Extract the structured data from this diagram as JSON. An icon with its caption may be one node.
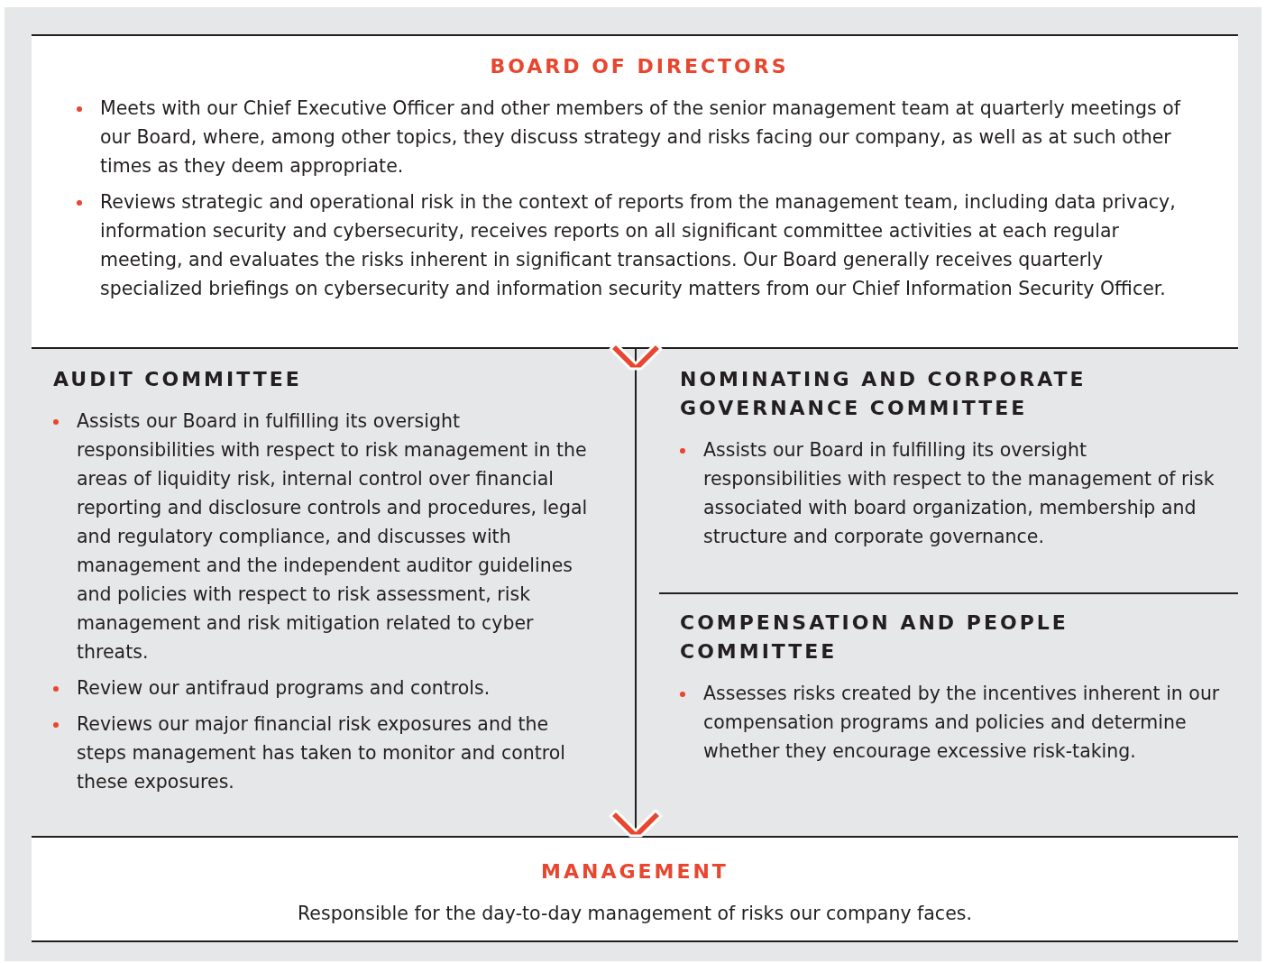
{
  "diagram": {
    "nodes": [
      {
        "text": [
          "BOARD OF DIRECTORS",
          "Meets with our Chief Executive Officer and other members of the senior management team at quarterly meetings of our Board, where, among other topics, they discuss strategy and risks facing our company, as well as at such other times as they deem appropriate.",
          "Reviews strategic and operational risk in the context of reports from the management team, including data privacy, information security and cybersecurity, receives reports on all significant committee activities at each regular meeting, and evaluates the risks inherent in significant transactions. Our Board generally receives quarterly specialized briefings on cybersecurity and information security matters from our Chief Information Security Officer."
        ]
      },
      {
        "text": [
          "AUDIT COMMITTEE",
          "Assists our Board in fulfilling its oversight responsibilities with respect to risk management in the areas of liquidity risk, internal control over financial reporting and disclosure controls and procedures, legal and regulatory compliance, and discusses with management and the independent auditor guidelines and policies with respect to risk assessment, risk management and risk mitigation related to cyber threats.",
          "Review our antifraud programs and controls.",
          "Reviews our major financial risk exposures and the steps management has taken to monitor and control these exposures."
        ]
      },
      {
        "text": [
          "NOMINATING AND CORPORATE GOVERNANCE COMMITTEE",
          "Assists our Board in fulfilling its oversight responsibilities with respect to the management of risk associated with board organization, membership and structure and corporate governance."
        ]
      },
      {
        "text": [
          "COMPENSATION AND PEOPLE COMMITTEE",
          "Assesses risks created by the incentives inherent in our compensation programs and policies and determine whether they encourage excessive risk-taking."
        ]
      },
      {
        "text": [
          "MANAGEMENT",
          "Responsible for the day-to-day management of risks our company faces."
        ]
      }
    ],
    "edges": [
      {
        "from": 0,
        "to": 4,
        "arrow": "to"
      }
    ]
  }
}
